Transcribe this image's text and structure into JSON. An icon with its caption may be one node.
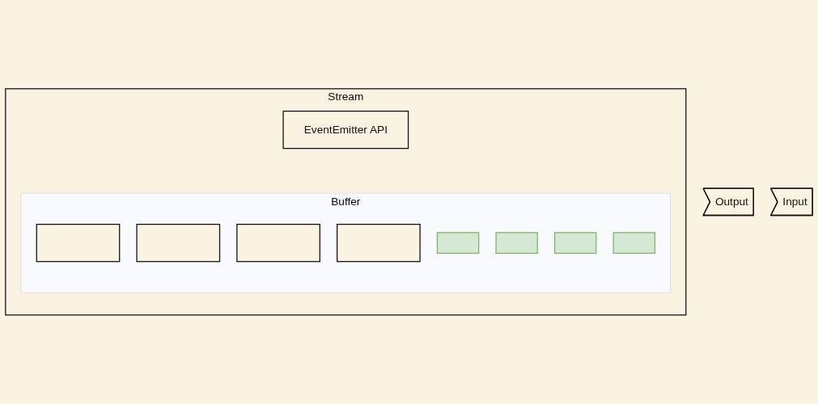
{
  "diagram": {
    "nodes": [
      {
        "text": [
          "Stream"
        ]
      },
      {
        "text": [
          "EventEmitter API"
        ],
        "in": 0
      },
      {
        "text": [
          "Buffer"
        ],
        "in": 0
      },
      {
        "text": [],
        "shape": "box",
        "in": 2
      },
      {
        "text": [],
        "shape": "box",
        "in": 2
      },
      {
        "text": [],
        "shape": "box",
        "in": 2
      },
      {
        "text": [],
        "shape": "box",
        "in": 2
      },
      {
        "text": [],
        "shape": "box",
        "in": 2
      },
      {
        "text": [],
        "shape": "box",
        "in": 2
      },
      {
        "text": [],
        "shape": "box",
        "in": 2
      },
      {
        "text": [],
        "shape": "box",
        "in": 2
      },
      {
        "text": [
          "Output"
        ]
      },
      {
        "text": [
          "Input"
        ]
      }
    ]
  }
}
